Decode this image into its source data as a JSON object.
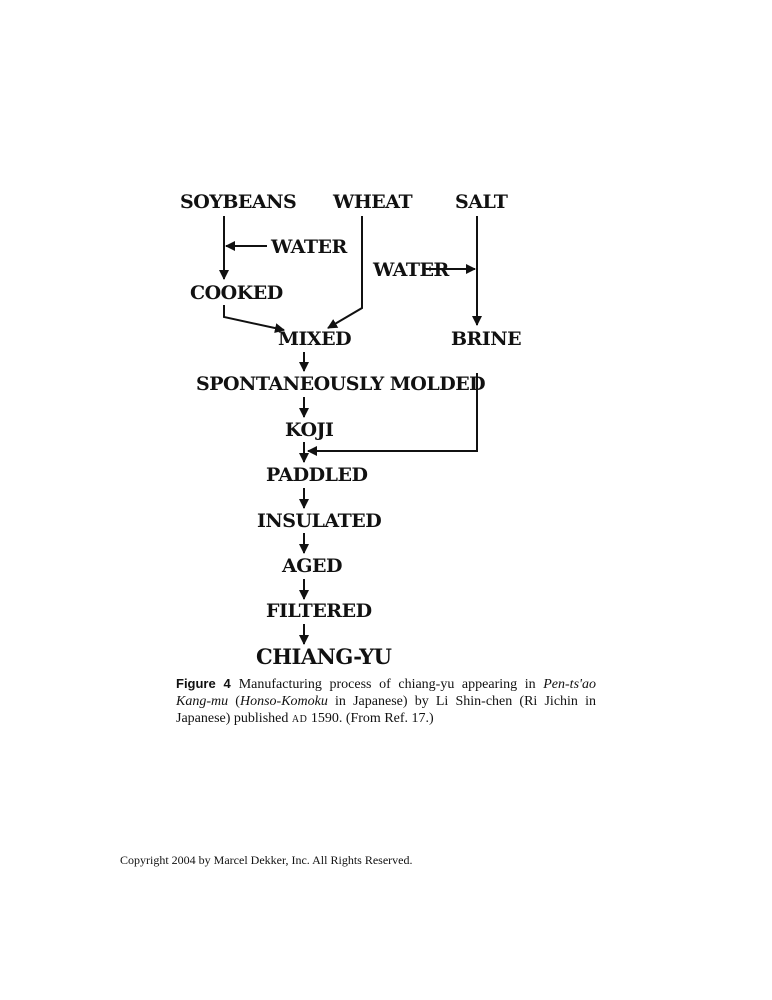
{
  "diagram": {
    "nodes": {
      "soybeans": "SOYBEANS",
      "wheat": "WHEAT",
      "salt": "SALT",
      "water_left": "WATER",
      "water_right": "WATER",
      "cooked": "COOKED",
      "mixed": "MIXED",
      "brine": "BRINE",
      "spontaneously_molded": "SPONTANEOUSLY MOLDED",
      "koji": "KOJI",
      "paddled": "PADDLED",
      "insulated": "INSULATED",
      "aged": "AGED",
      "filtered": "FILTERED",
      "chiang_yu": "CHIANG-YU"
    }
  },
  "caption": {
    "label": "Figure 4",
    "t1": "Manufacturing process of chiang-yu appearing in ",
    "i1": "Pen-ts'ao Kang-mu",
    "t2": " (",
    "i2": "Honso-Komoku",
    "t3": " in Japanese) by Li Shin-chen (Ri Jichin in Japanese) published ",
    "sc": "AD",
    "t4": " 1590. (From Ref. 17.)"
  },
  "footer": {
    "copyright": "Copyright 2004 by Marcel Dekker, Inc. All Rights Reserved."
  }
}
